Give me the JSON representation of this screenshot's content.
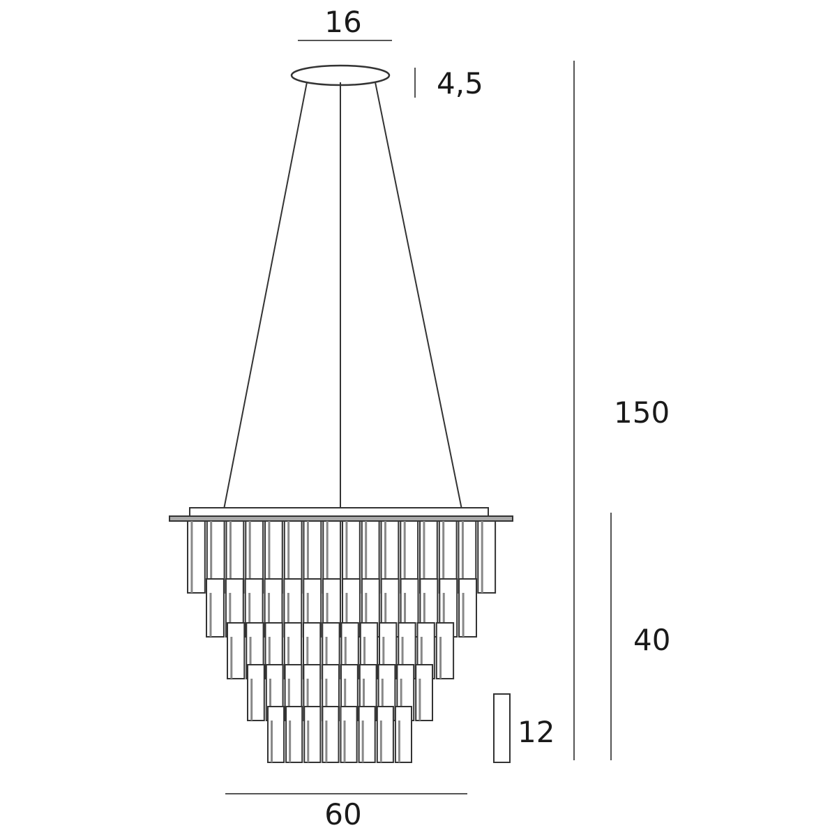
{
  "dimensions": {
    "canopy_diameter": "16",
    "canopy_height": "4,5",
    "total_height": "150",
    "body_height": "40",
    "crystal_height": "12",
    "body_diameter": "60"
  },
  "colors": {
    "line": "#333333",
    "text": "#1a1a1a"
  }
}
